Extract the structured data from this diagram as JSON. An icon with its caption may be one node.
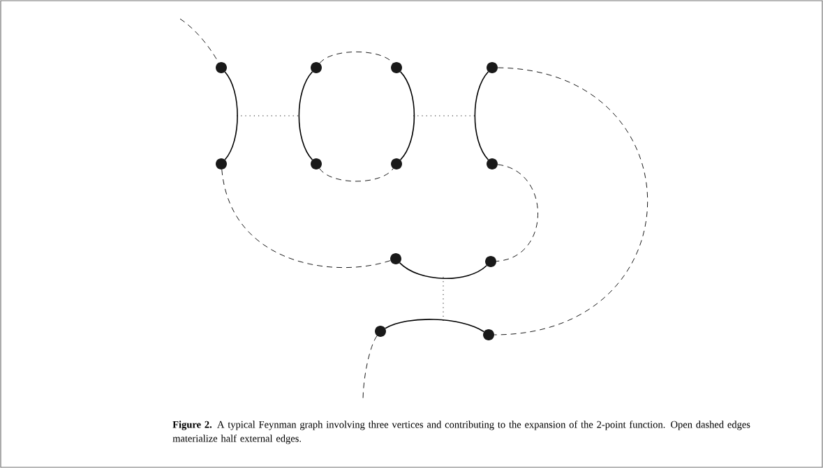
{
  "diagram": {
    "caption": "**Figure 2.** A typical Feynman graph involving three vertices and contributing to the expansion of the 2-point function. Open dashed edges materialize half external edges.",
    "nodes": [
      {
        "text": [],
        "shape": "circle"
      },
      {
        "text": [],
        "shape": "circle"
      },
      {
        "text": [],
        "shape": "circle"
      },
      {
        "text": [],
        "shape": "circle"
      },
      {
        "text": [],
        "shape": "circle"
      },
      {
        "text": [],
        "shape": "circle"
      },
      {
        "text": [],
        "shape": "circle"
      },
      {
        "text": [],
        "shape": "circle"
      },
      {
        "text": [],
        "shape": "circle"
      },
      {
        "text": [],
        "shape": "circle"
      },
      {
        "text": [],
        "shape": "circle"
      },
      {
        "text": [],
        "shape": "circle"
      }
    ],
    "edges": [
      {
        "from": 0,
        "to": 4,
        "arrow": "none"
      },
      {
        "from": 1,
        "to": 5,
        "arrow": "none"
      },
      {
        "from": 2,
        "to": 6,
        "arrow": "none"
      },
      {
        "from": 3,
        "to": 7,
        "arrow": "none"
      },
      {
        "from": 8,
        "to": 9,
        "arrow": "none"
      },
      {
        "from": 10,
        "to": 11,
        "arrow": "none"
      },
      {
        "from": 1,
        "to": 2,
        "arrow": "none",
        "style": "dashed"
      },
      {
        "from": 5,
        "to": 6,
        "arrow": "none",
        "style": "dashed"
      },
      {
        "from": null,
        "to": 0,
        "arrow": "none",
        "style": "dashed"
      },
      {
        "from": 4,
        "to": 8,
        "arrow": "none",
        "style": "dashed"
      },
      {
        "from": 7,
        "to": 9,
        "arrow": "none",
        "style": "dashed"
      },
      {
        "from": 3,
        "to": 11,
        "arrow": "none",
        "style": "dashed"
      },
      {
        "from": 10,
        "to": null,
        "arrow": "none",
        "style": "dashed"
      }
    ]
  }
}
